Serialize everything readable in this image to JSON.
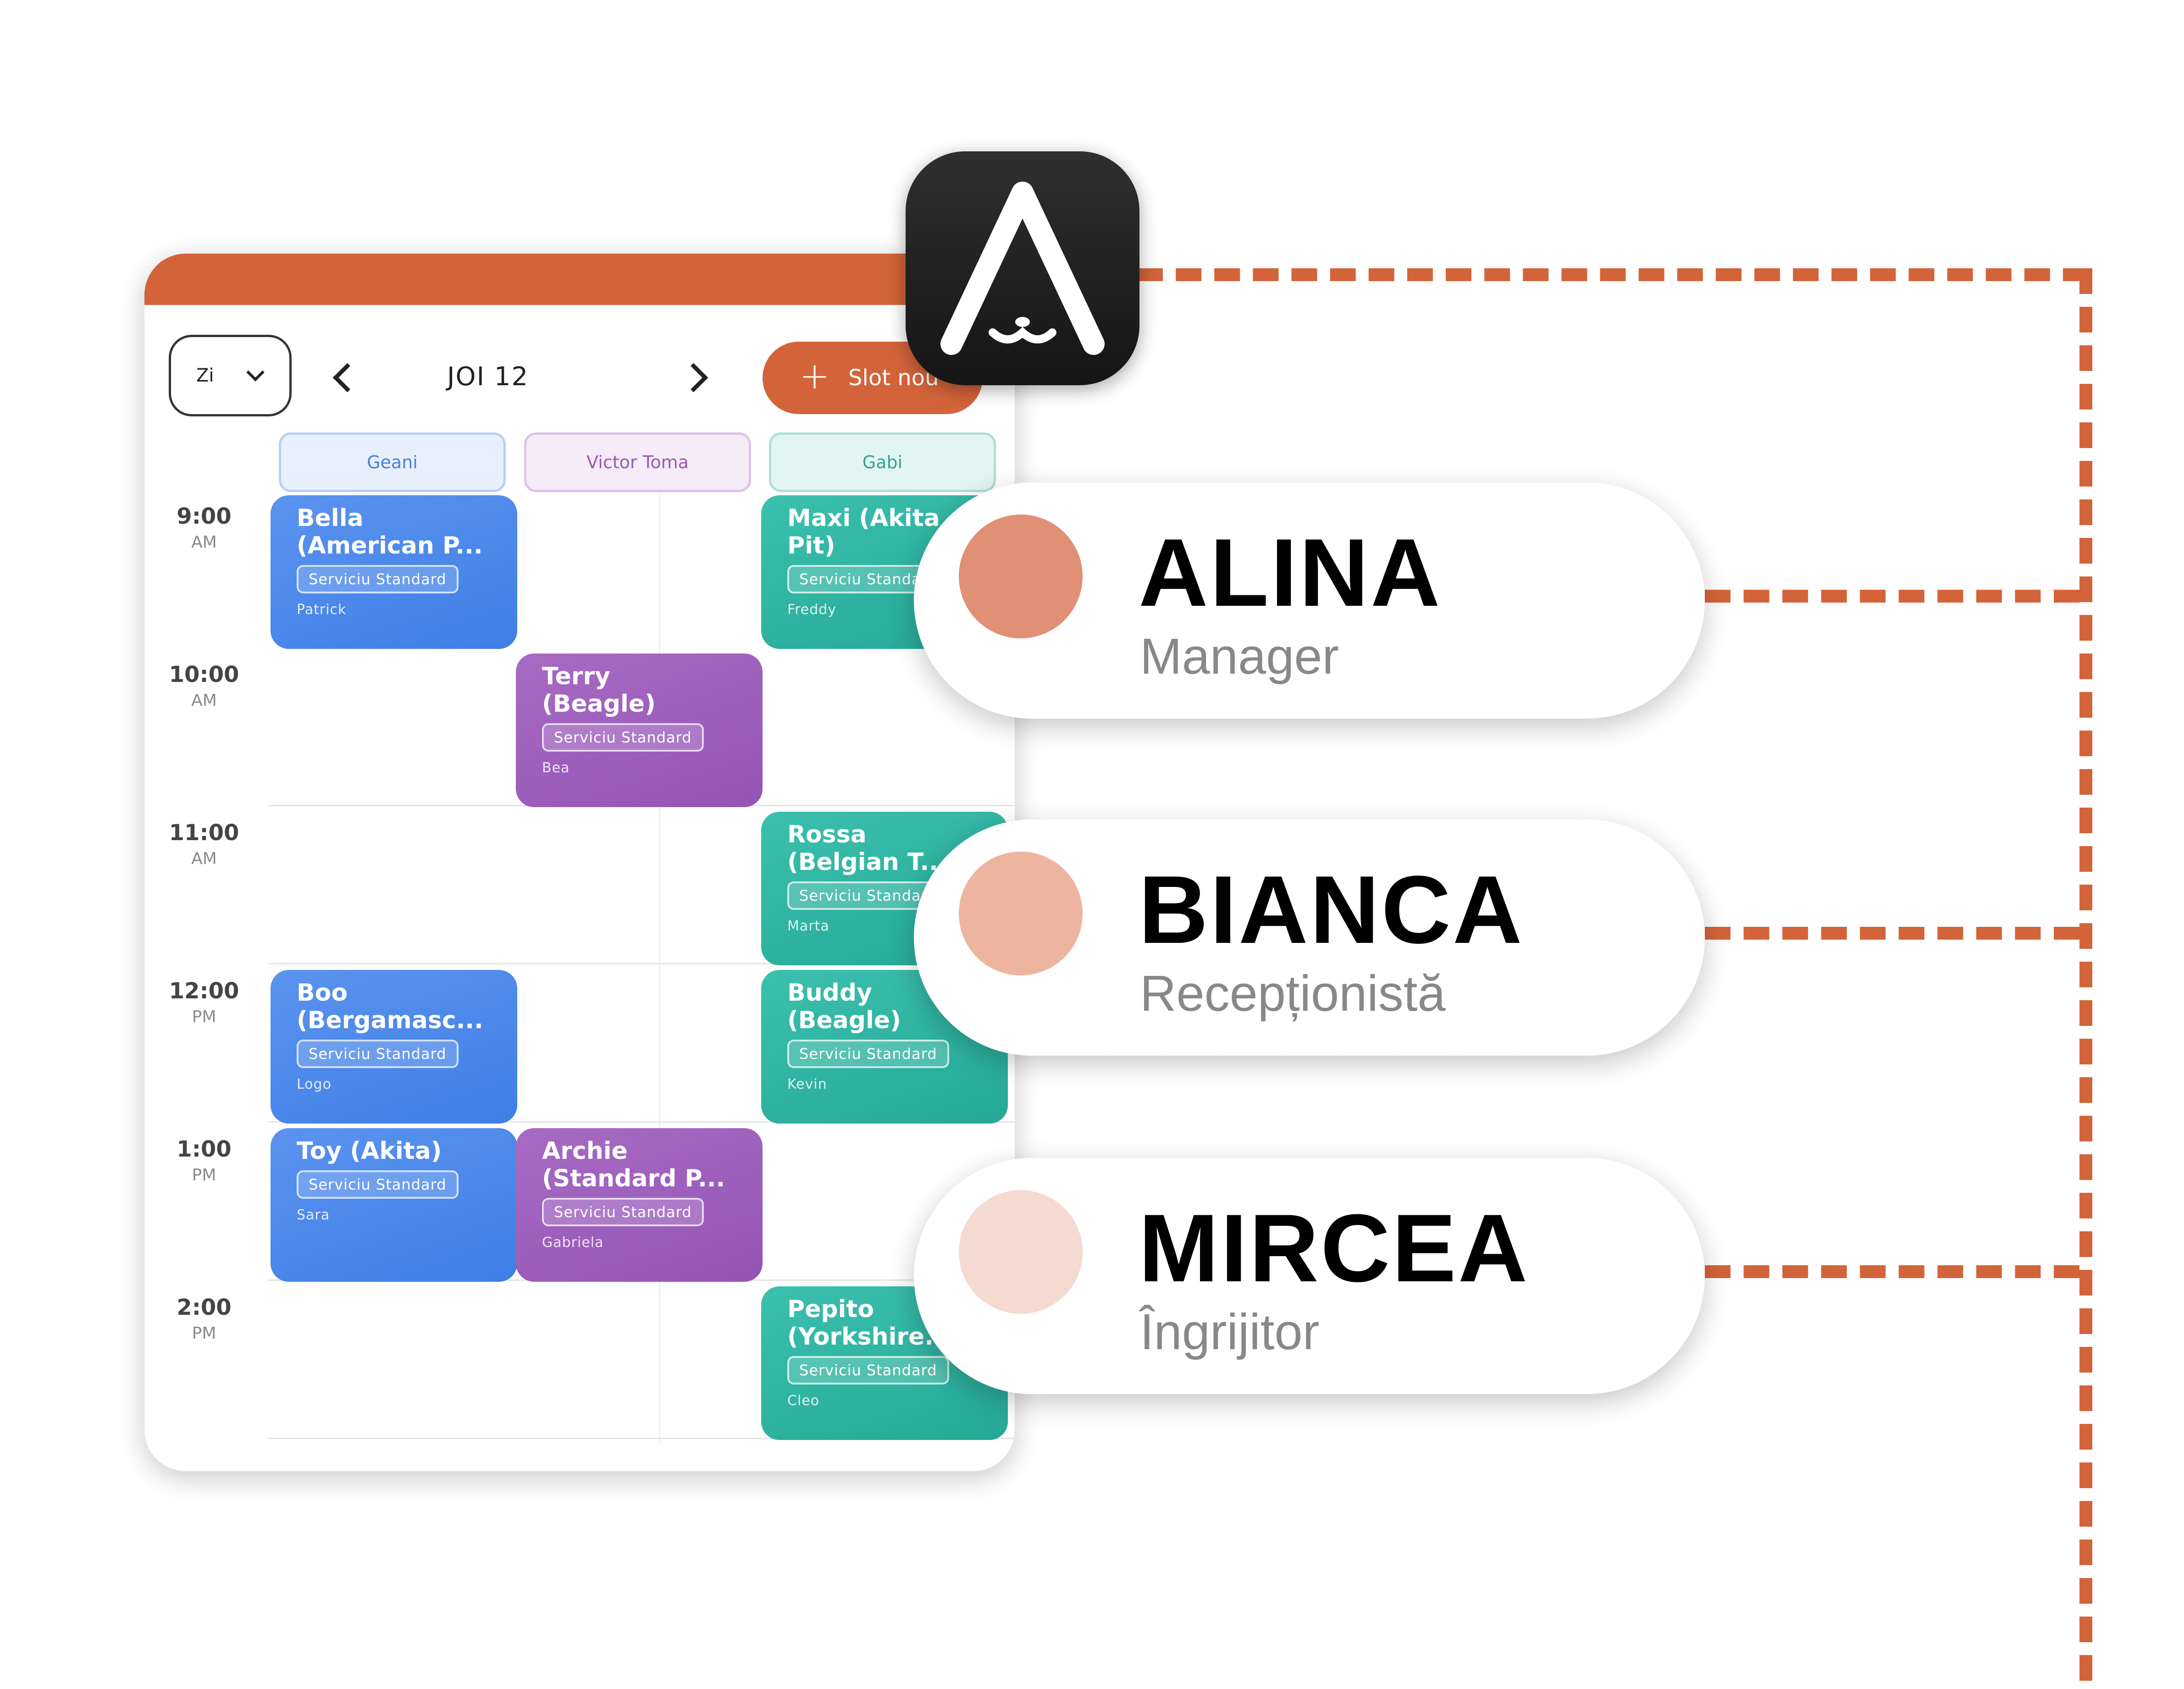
{
  "colors": {
    "accent": "#D3643A",
    "blue": "#4A86EA",
    "purple": "#9C5DBB",
    "teal": "#2DB3A0",
    "role_alina": "#E09074",
    "role_bianca": "#EDB5A0",
    "role_mircea": "#F4DAD0"
  },
  "app_icon": "paw-letter-a-logo",
  "calendar": {
    "view_select": "Zi",
    "date": "JOI 12",
    "new_slot_label": "Slot nou",
    "staff": [
      "Geani",
      "Victor Toma",
      "Gabi"
    ],
    "times": [
      {
        "time": "9:00",
        "period": "AM"
      },
      {
        "time": "10:00",
        "period": "AM"
      },
      {
        "time": "11:00",
        "period": "AM"
      },
      {
        "time": "12:00",
        "period": "PM"
      },
      {
        "time": "1:00",
        "period": "PM"
      },
      {
        "time": "2:00",
        "period": "PM"
      }
    ],
    "appointments": [
      {
        "pet": "Bella\n(American P...",
        "service": "Serviciu Standard",
        "owner": "Patrick"
      },
      {
        "pet": "Maxi (Akita\nPit)",
        "service": "Serviciu Standard",
        "owner": "Freddy"
      },
      {
        "pet": "Terry\n(Beagle)",
        "service": "Serviciu Standard",
        "owner": "Bea"
      },
      {
        "pet": "Rossa\n(Belgian T...",
        "service": "Serviciu Standard",
        "owner": "Marta"
      },
      {
        "pet": "Boo\n(Bergamasc...",
        "service": "Serviciu Standard",
        "owner": "Logo"
      },
      {
        "pet": "Buddy\n(Beagle)",
        "service": "Serviciu Standard",
        "owner": "Kevin"
      },
      {
        "pet": "Toy (Akita)",
        "service": "Serviciu Standard",
        "owner": "Sara"
      },
      {
        "pet": "Archie\n(Standard P...",
        "service": "Serviciu Standard",
        "owner": "Gabriela"
      },
      {
        "pet": "Pepito\n(Yorkshire...",
        "service": "Serviciu Standard",
        "owner": "Cleo"
      }
    ]
  },
  "roles": [
    {
      "name": "ALINA",
      "title": "Manager"
    },
    {
      "name": "BIANCA",
      "title": "Recepționistă"
    },
    {
      "name": "MIRCEA",
      "title": "Îngrijitor"
    }
  ]
}
